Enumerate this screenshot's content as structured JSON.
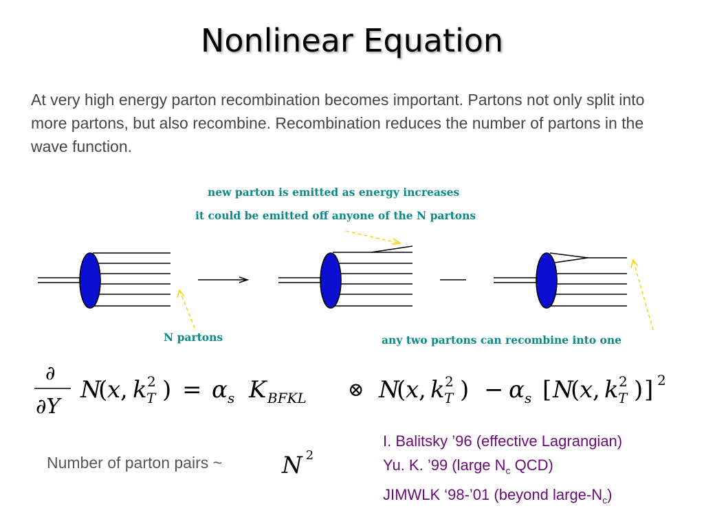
{
  "slide": {
    "title": "Nonlinear Equation",
    "intro": "At very high energy parton recombination becomes important. Partons not only split into more partons, but also recombine. Recombination reduces the number of partons in the wave function."
  },
  "diagram": {
    "caption_emit": "new parton is emitted as energy increases",
    "caption_any": "it could be emitted off anyone of the N partons",
    "caption_n": "N  partons",
    "caption_recombine": "any two partons can recombine into one"
  },
  "equation": {
    "d": "∂",
    "dY": "∂Y",
    "N": "N",
    "x": "x",
    "k": "k",
    "T": "T",
    "two": "2",
    "alpha": "α",
    "s": "s",
    "K": "K",
    "BFKL": "BFKL",
    "otimes": "⊗",
    "minus": "−",
    "equals": "=",
    "lparen": "(",
    "rparen": ")",
    "comma": ",",
    "lbracket": "[",
    "rbracket": "]"
  },
  "pairs": {
    "label": "Number of parton pairs ~",
    "symbol": "N",
    "power": "2"
  },
  "references": {
    "ref1": "I. Balitsky ’96 (effective Lagrangian)",
    "ref2_main": "Yu. K. ’99 (large N",
    "ref2_sub": "c",
    "ref2_tail": " QCD)",
    "ref3_main": "JIMWLK ‘98-’01 (beyond large-N",
    "ref3_sub": "c",
    "ref3_tail": ")"
  },
  "colors": {
    "nucleus_fill": "#0b10d0",
    "caption": "#0b8a87",
    "arrow_dashed": "#f2d200",
    "references": "#6a0a76"
  }
}
